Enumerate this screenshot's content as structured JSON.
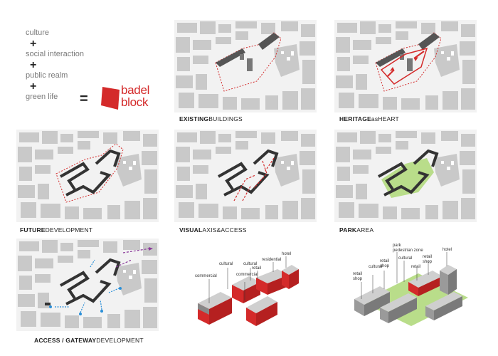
{
  "equation": {
    "items": [
      "culture",
      "social interaction",
      "public realm",
      "green life"
    ],
    "plus": "+",
    "equals": "=",
    "logo_line1": "badel",
    "logo_line2": "block"
  },
  "captions": {
    "existing": {
      "bold": "EXISTING",
      "light": "BUILDINGS"
    },
    "heritage": {
      "bold": "HERITAGE",
      "light": "asHEART"
    },
    "future": {
      "bold": "FUTURE",
      "light": "DEVELOPMENT"
    },
    "visual": {
      "bold": "VISUAL",
      "light": "AXIS&ACCESS"
    },
    "park": {
      "bold": "PARK",
      "light": "AREA"
    },
    "access": {
      "bold": "ACCESS / GATEWAY",
      "light": "DEVELOPMENT"
    }
  },
  "iso_left_labels": {
    "commercial_1": "commercial",
    "cultural_1": "cultural",
    "commercial_2": "commercial",
    "cultural_2": "cultural",
    "retail": "retail",
    "residential": "residential",
    "hotel": "hotel"
  },
  "iso_right_labels": {
    "retail_shop_1": "retail\nshop",
    "cultural_1": "cultural",
    "retail_shop_2": "retail\nshop",
    "park_zone": "park\npedestrian zone",
    "cultural_2": "cultural",
    "retail": "retail",
    "retail_shop_3": "retail\nshop",
    "hotel": "hotel"
  },
  "colors": {
    "accent_red": "#d42a2a",
    "block_gray": "#c8c8c8",
    "dark_block": "#333333",
    "park_green": "#b9dd8a"
  }
}
